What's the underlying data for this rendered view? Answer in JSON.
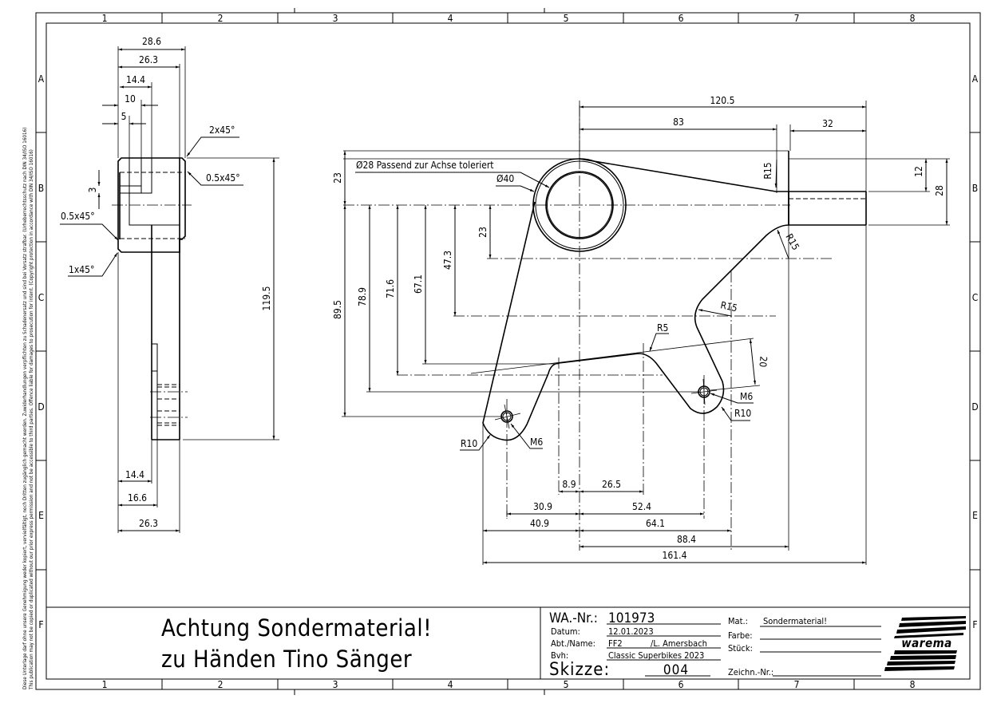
{
  "sheet": {
    "column_labels": [
      "1",
      "2",
      "3",
      "4",
      "5",
      "6",
      "7",
      "8"
    ],
    "row_labels": [
      "A",
      "B",
      "C",
      "D",
      "E",
      "F"
    ]
  },
  "legal_notice": {
    "line1": "Diese Unterlage darf ohne unsere Genehmigung weder kopiert, vervielfältigt, noch Dritten zugänglich gemacht werden. Zuwiderhandlungen verpflichten zu Schadenersatz und sind bei Vorsatz strafbar. (Urheberrechtsschutz nach DIN 34/ISO 16016)",
    "line2": "This publication may not be copied or duplicated without our prior express permission and not be accessible to third parties. Offence liable for damages to prosecution for intent. (Copyright protection in accordance with DIN 34/ISO 16016)"
  },
  "side_view": {
    "dims_top": [
      "28.6",
      "26.3",
      "14.4",
      "10",
      "5"
    ],
    "dim_3": "3",
    "dim_119_5": "119.5",
    "chamfers": [
      "2x45°",
      "0.5x45°",
      "0.5x45°",
      "1x45°"
    ],
    "dims_bottom": [
      "14.4",
      "16.6",
      "26.3"
    ]
  },
  "front_view": {
    "hole_note": "Ø28 Passend zur Achse toleriert",
    "outer_dia": "Ø40",
    "top_dims": [
      "120.5",
      "83",
      "32"
    ],
    "right_dims": [
      "12",
      "28"
    ],
    "left_dims": [
      "23",
      "89.5",
      "78.9",
      "71.6",
      "67.1",
      "47.3",
      "23"
    ],
    "radii": [
      "R15",
      "R15",
      "R15",
      "R5",
      "R10",
      "R10"
    ],
    "threads": [
      "M6",
      "M6"
    ],
    "dim_20": "20",
    "bottom_dims": [
      "8.9",
      "26.5",
      "30.9",
      "52.4",
      "40.9",
      "64.1",
      "88.4",
      "161.4"
    ]
  },
  "notes": {
    "line1": "Achtung Sondermaterial!",
    "line2": "zu Händen Tino Sänger"
  },
  "title_block": {
    "wa_label": "WA.-Nr.:",
    "wa_value": "101973",
    "datum_label": "Datum:",
    "datum_value": "12.01.2023",
    "abt_label": "Abt./Name:",
    "abt_value": "FF2",
    "name_value": "/L. Amersbach",
    "bvh_label": "Bvh:",
    "bvh_value": "Classic Superbikes 2023",
    "skizze_label": "Skizze:",
    "skizze_value": "004",
    "mat_label": "Mat.:",
    "mat_value": "Sondermaterial!",
    "farbe_label": "Farbe:",
    "stueck_label": "Stück:",
    "zeichn_label": "Zeichn.-Nr.:",
    "logo_text": "warema"
  }
}
